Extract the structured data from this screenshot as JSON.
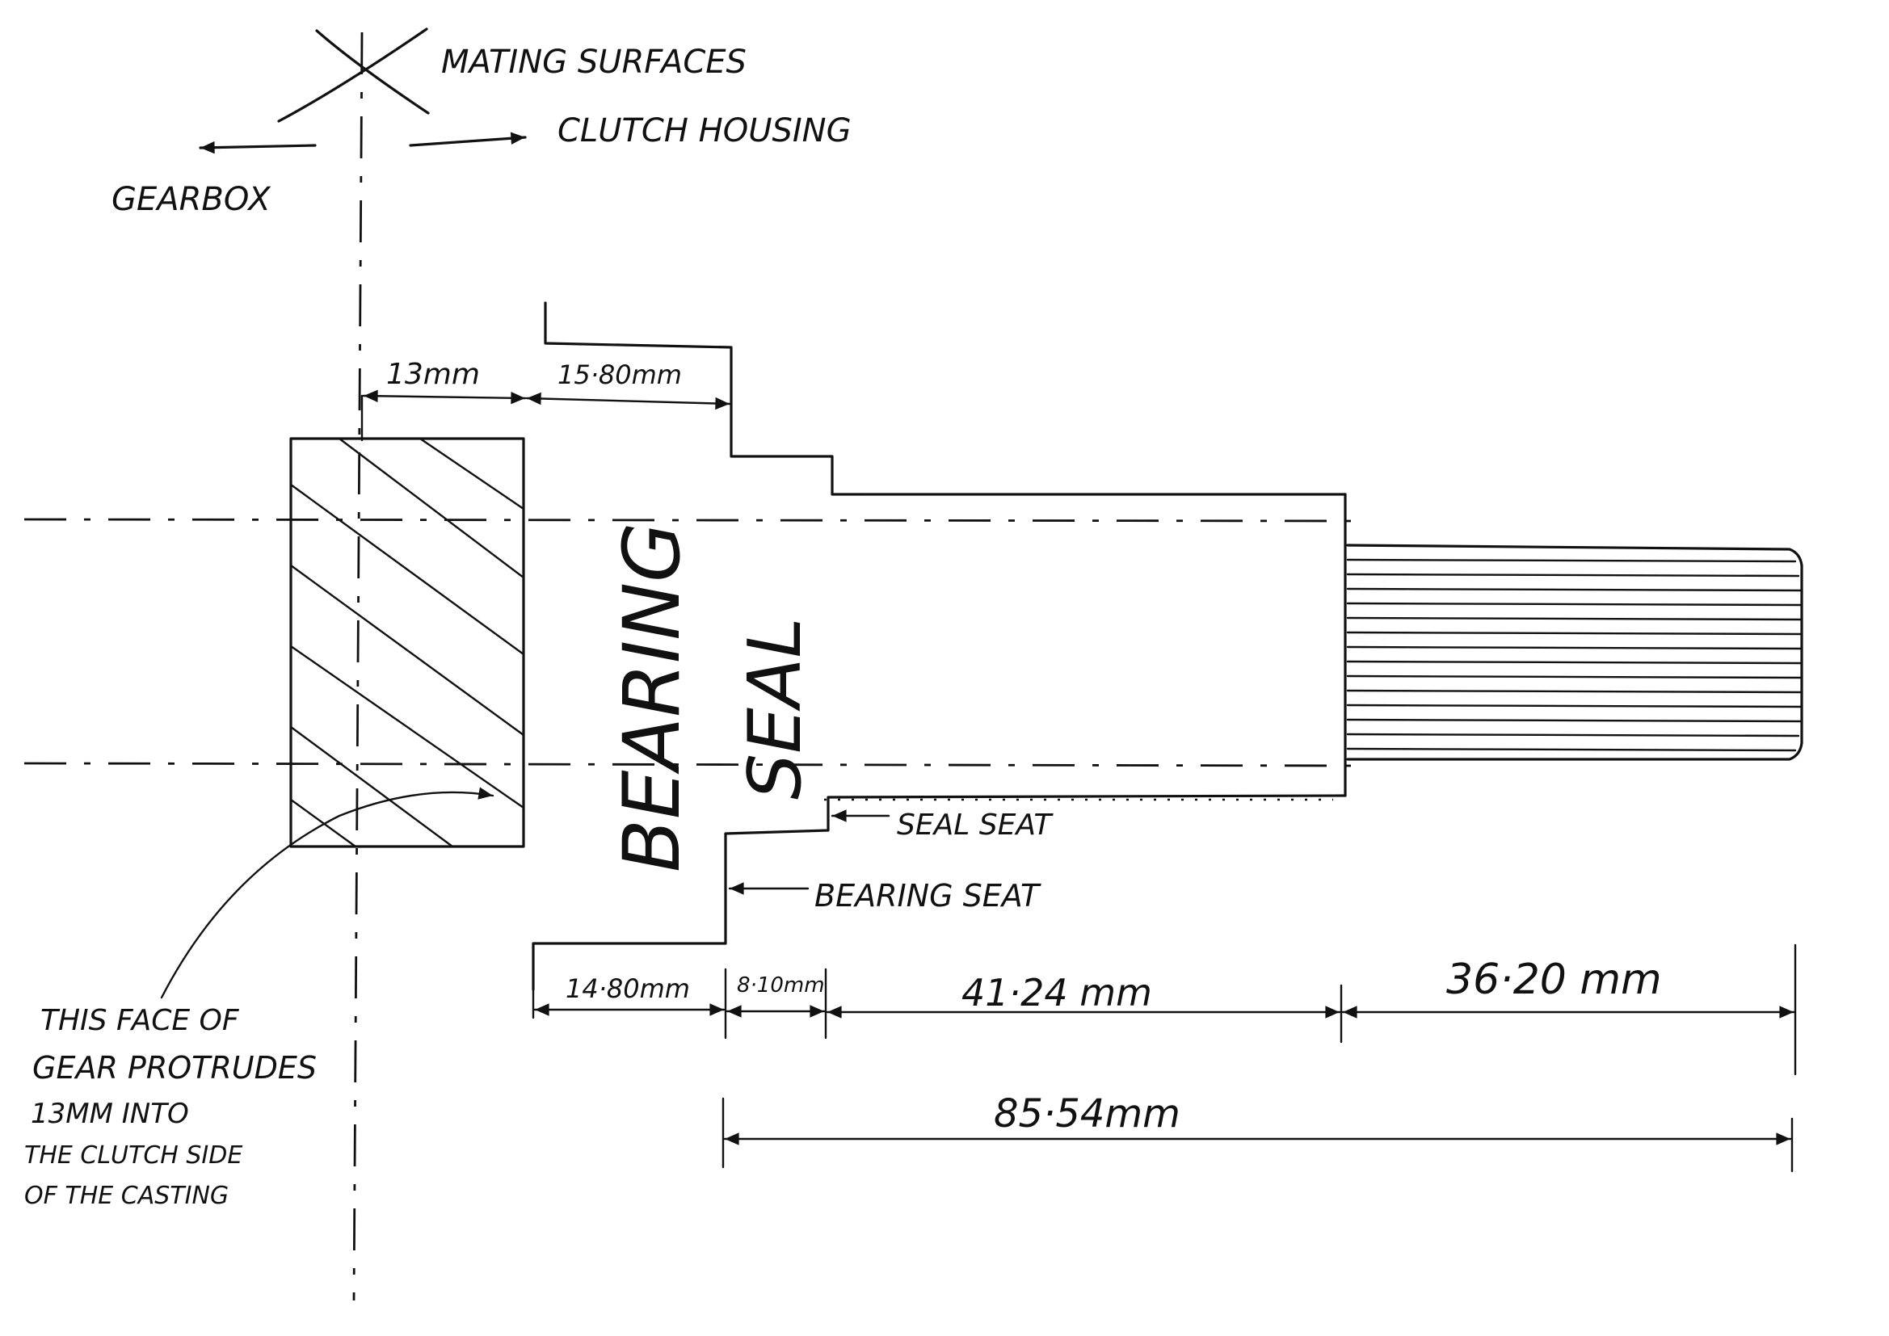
{
  "labels": {
    "mating_surfaces": "MATING SURFACES",
    "clutch_housing": "CLUTCH HOUSING",
    "gearbox": "GEARBOX",
    "bearing": "BEARING",
    "seal": "SEAL",
    "seal_seat": "SEAL SEAT",
    "bearing_seat": "BEARING SEAT",
    "note_line1": "THIS FACE OF",
    "note_line2": "GEAR PROTRUDES",
    "note_line3": "13MM INTO",
    "note_line4": "THE CLUTCH SIDE",
    "note_line5": "OF THE CASTING"
  },
  "dimensions": {
    "gear_protrusion": "13mm",
    "to_bearing_face": "15·80mm",
    "bearing_width": "14·80mm",
    "seal_width": "8·10mm",
    "shaft_length": "41·24 mm",
    "spline_length": "36·20 mm",
    "overall_length": "85·54mm"
  },
  "colors": {
    "ink": "#111111",
    "paper": "#ffffff"
  }
}
